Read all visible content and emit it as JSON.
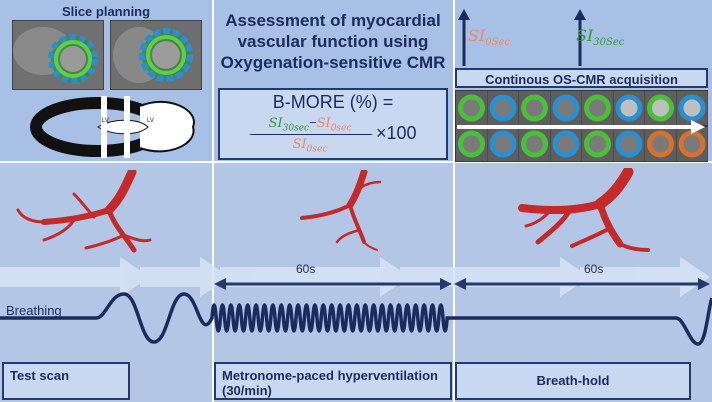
{
  "slice_planning": {
    "title": "Slice planning",
    "lv_label": "LV",
    "rv_label": "LV"
  },
  "assessment": {
    "title": "Assessment of myocardial vascular function using Oxygenation-sensitive CMR"
  },
  "formula": {
    "lhs": "B-MORE (%) =",
    "num_a": "SI",
    "num_a_sub": "30sec",
    "minus": "−",
    "num_b": "SI",
    "num_b_sub": "0sec",
    "den": "SI",
    "den_sub": "0sec",
    "times": "×100"
  },
  "markers": {
    "si0": "SI",
    "si0_sub": "0Sec",
    "si30": "SI",
    "si30_sub": "30Sec"
  },
  "acquisition": {
    "title": "Continous OS-CMR acquisition"
  },
  "durations": {
    "hyperventilation": "60s",
    "breathhold": "60s"
  },
  "breathing_label": "Breathing",
  "phases": {
    "test_scan": "Test scan",
    "hyperventilation": "Metronome-paced hyperventilation (30/min)",
    "breathhold": "Breath-hold"
  },
  "colors": {
    "navy": "#1b2b5e",
    "si0": "#e88a6a",
    "si30": "#2e9a3a",
    "vessel": "#c42a2a"
  }
}
